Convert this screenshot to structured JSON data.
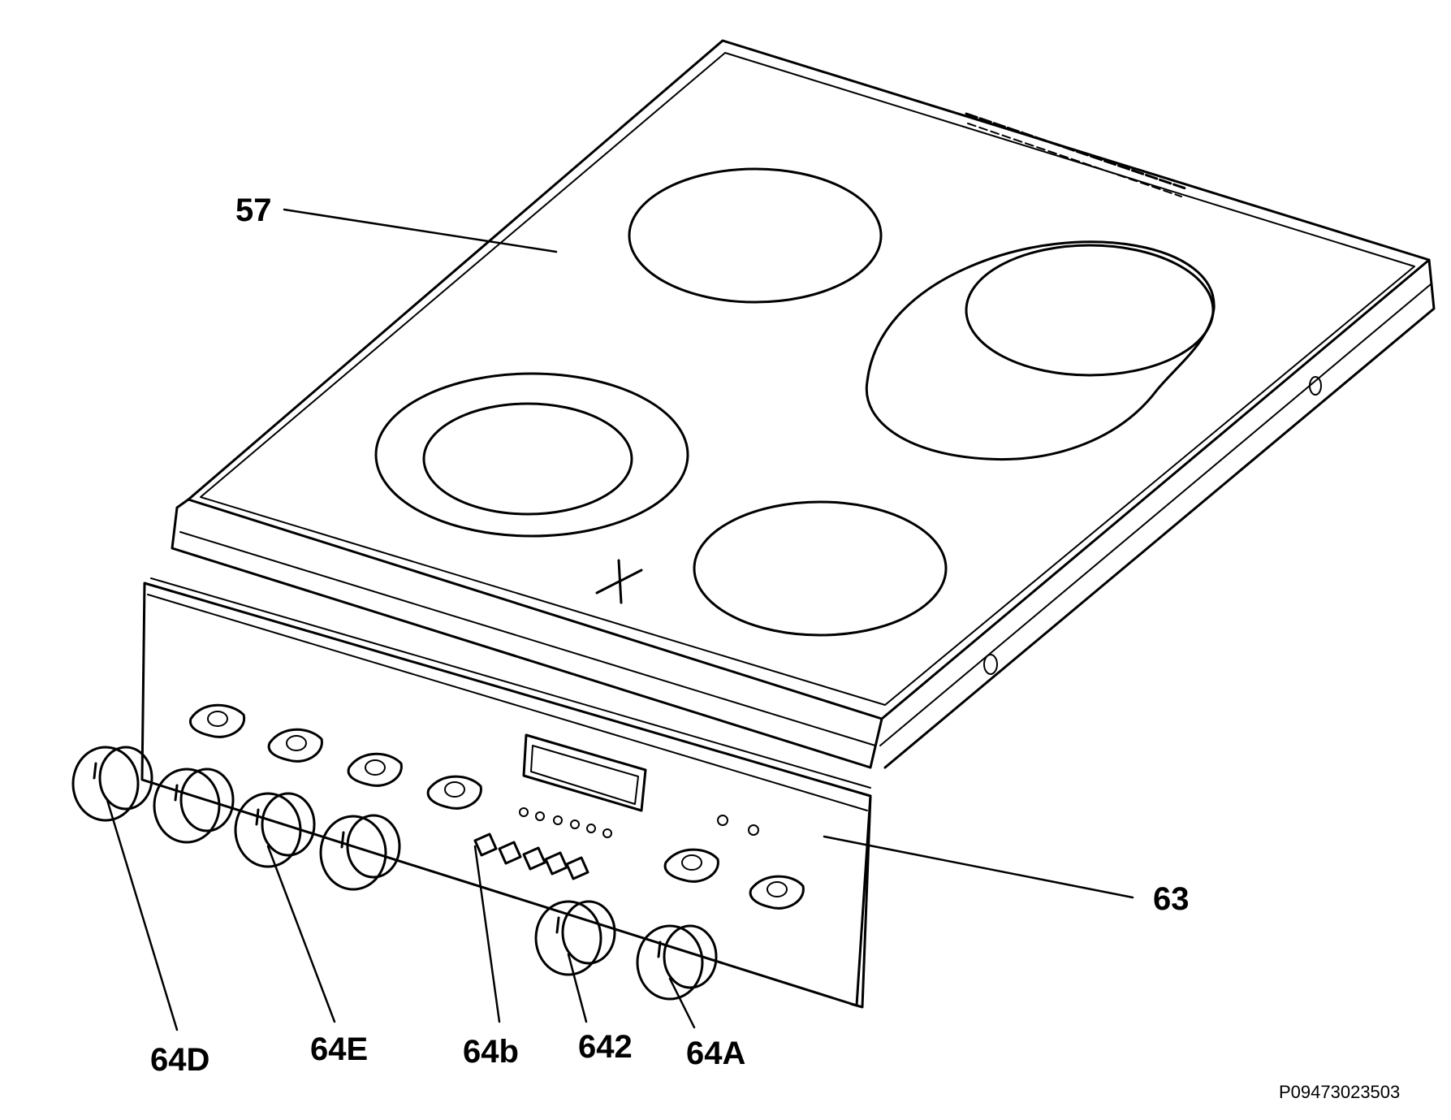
{
  "labels": {
    "hob": "57",
    "panel": "63",
    "knob_d": "64D",
    "knob_e": "64E",
    "switches": "64b",
    "knob_2": "642",
    "knob_a": "64A"
  },
  "reference_code": "P09473023503"
}
